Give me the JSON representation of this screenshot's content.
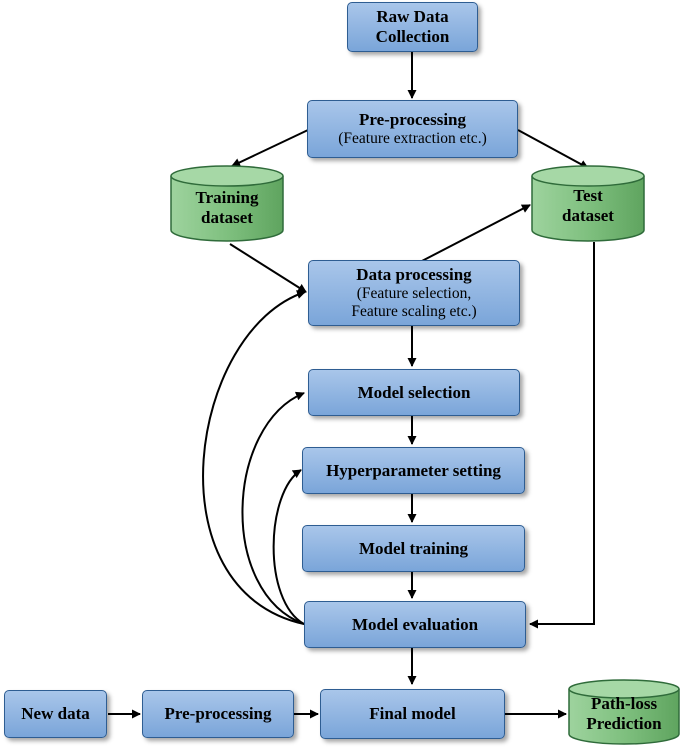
{
  "diagram": {
    "nodes": {
      "raw_data": {
        "line1": "Raw Data",
        "line2": "Collection"
      },
      "preprocessing": {
        "title": "Pre-processing",
        "sub": "(Feature extraction etc.)"
      },
      "training_dataset": {
        "line1": "Training",
        "line2": "dataset"
      },
      "test_dataset": {
        "line1": "Test",
        "line2": "dataset"
      },
      "data_processing": {
        "title": "Data processing",
        "sub1": "(Feature selection,",
        "sub2": "Feature scaling etc.)"
      },
      "model_selection": {
        "title": "Model selection"
      },
      "hyperparameter": {
        "title": "Hyperparameter setting"
      },
      "model_training": {
        "title": "Model training"
      },
      "model_evaluation": {
        "title": "Model evaluation"
      },
      "new_data": {
        "title": "New data"
      },
      "preprocessing2": {
        "title": "Pre-processing"
      },
      "final_model": {
        "title": "Final model"
      },
      "pathloss": {
        "line1": "Path-loss",
        "line2": "Prediction"
      }
    },
    "colors": {
      "process_fill": "#8db4e2",
      "process_border": "#2e5d92",
      "dataset_fill": "#8fcb8f",
      "dataset_border": "#2f6b3a",
      "arrow": "#000000"
    }
  }
}
